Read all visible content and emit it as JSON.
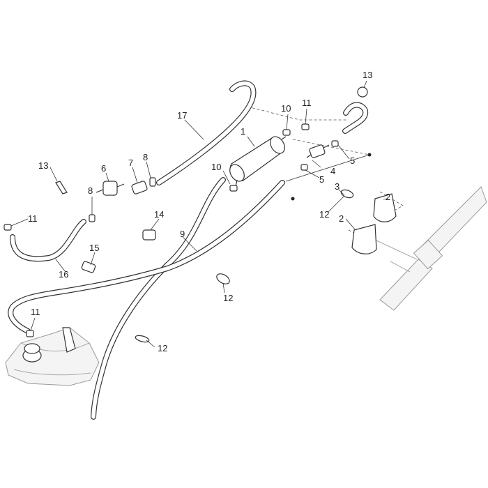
{
  "callouts": [
    {
      "id": "c1",
      "text": "1"
    },
    {
      "id": "c2a",
      "text": "2"
    },
    {
      "id": "c2b",
      "text": "2"
    },
    {
      "id": "c3",
      "text": "3"
    },
    {
      "id": "c4",
      "text": "4"
    },
    {
      "id": "c5a",
      "text": "5"
    },
    {
      "id": "c5b",
      "text": "5"
    },
    {
      "id": "c6",
      "text": "6"
    },
    {
      "id": "c7",
      "text": "7"
    },
    {
      "id": "c8a",
      "text": "8"
    },
    {
      "id": "c8b",
      "text": "8"
    },
    {
      "id": "c9",
      "text": "9"
    },
    {
      "id": "c10a",
      "text": "10"
    },
    {
      "id": "c10b",
      "text": "10"
    },
    {
      "id": "c11a",
      "text": "11"
    },
    {
      "id": "c11b",
      "text": "11"
    },
    {
      "id": "c11c",
      "text": "11"
    },
    {
      "id": "c12a",
      "text": "12"
    },
    {
      "id": "c12b",
      "text": "12"
    },
    {
      "id": "c12c",
      "text": "12"
    },
    {
      "id": "c13a",
      "text": "13"
    },
    {
      "id": "c13b",
      "text": "13"
    },
    {
      "id": "c14",
      "text": "14"
    },
    {
      "id": "c15",
      "text": "15"
    },
    {
      "id": "c16",
      "text": "16"
    },
    {
      "id": "c17",
      "text": "17"
    }
  ]
}
